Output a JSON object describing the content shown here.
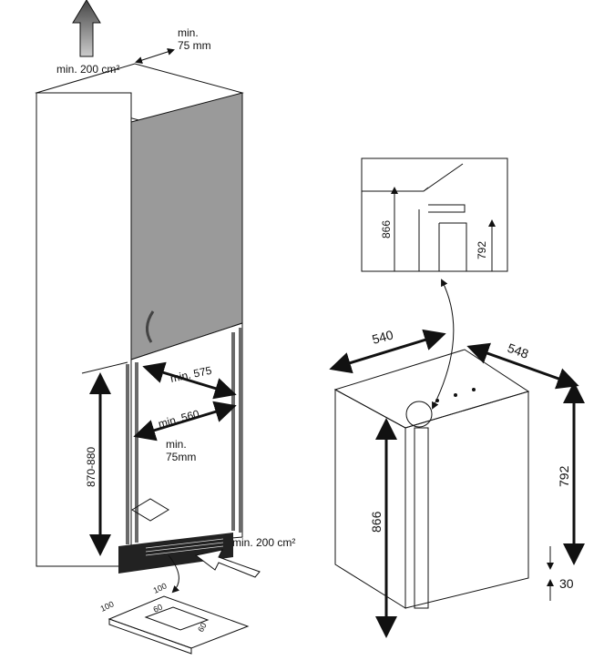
{
  "left": {
    "vent_top_label": "min. 200 cm²",
    "gap_top_label_1": "min.",
    "gap_top_label_2": "75 mm",
    "height_label": "870-880",
    "width_575": "min. 575",
    "width_560": "min. 560",
    "gap_back_1": "min.",
    "gap_back_2": "75mm",
    "vent_bottom_label": "min. 200 cm²",
    "grille_dims": [
      "100",
      "100",
      "60",
      "60"
    ]
  },
  "right": {
    "width_540": "540",
    "depth_548": "548",
    "height_866": "866",
    "height_792": "792",
    "plinth_30": "30",
    "detail_866": "866",
    "detail_792": "792"
  },
  "colors": {
    "door": "#9a9a9a",
    "line": "#111111",
    "frame": "#6a6a6a"
  }
}
